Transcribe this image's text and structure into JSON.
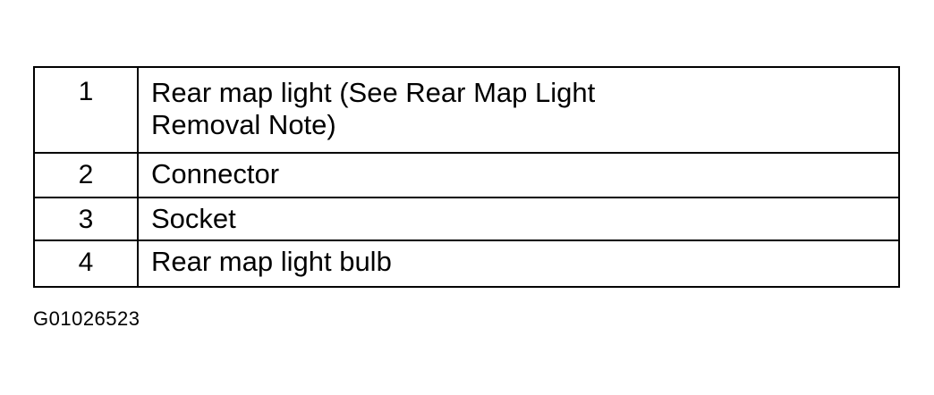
{
  "legend": {
    "rows": [
      {
        "number": "1",
        "description_lines": [
          "Rear map light (See Rear Map Light",
          "Removal Note)"
        ]
      },
      {
        "number": "2",
        "description_lines": [
          "Connector"
        ]
      },
      {
        "number": "3",
        "description_lines": [
          "Socket"
        ]
      },
      {
        "number": "4",
        "description_lines": [
          "Rear map light bulb"
        ]
      }
    ]
  },
  "figure_code": "G01026523",
  "colors": {
    "text": "#000000",
    "border": "#000000",
    "background": "#ffffff"
  }
}
